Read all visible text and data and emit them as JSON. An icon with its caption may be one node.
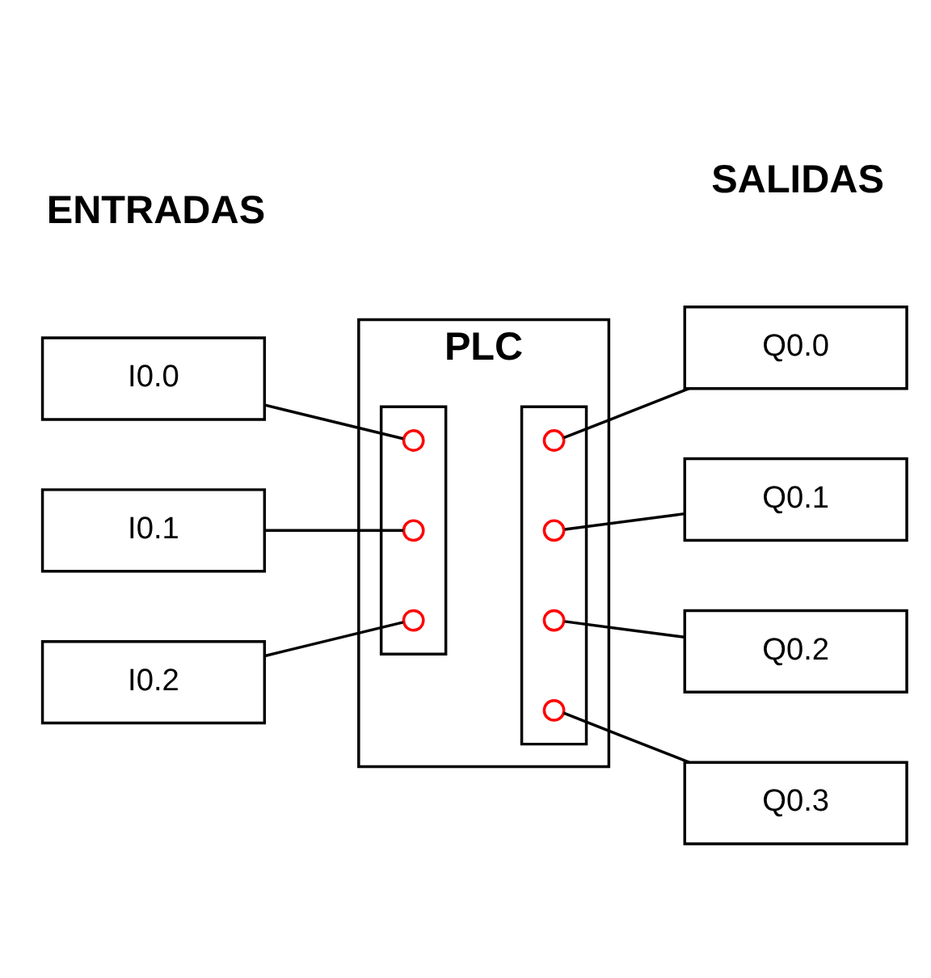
{
  "diagram": {
    "nodes": [
      {
        "text": [
          "PLC"
        ]
      },
      {
        "text": [],
        "shape": "box",
        "in": 0
      },
      {
        "text": [],
        "shape": "box",
        "in": 0
      },
      {
        "text": [],
        "shape": "circle",
        "in": 1
      },
      {
        "text": [],
        "shape": "circle",
        "in": 1
      },
      {
        "text": [],
        "shape": "circle",
        "in": 1
      },
      {
        "text": [],
        "shape": "circle",
        "in": 2
      },
      {
        "text": [],
        "shape": "circle",
        "in": 2
      },
      {
        "text": [],
        "shape": "circle",
        "in": 2
      },
      {
        "text": [],
        "shape": "circle",
        "in": 2
      },
      {
        "text": [
          "I0.0"
        ]
      },
      {
        "text": [
          "I0.1"
        ]
      },
      {
        "text": [
          "I0.2"
        ]
      },
      {
        "text": [
          "Q0.0"
        ]
      },
      {
        "text": [
          "Q0.1"
        ]
      },
      {
        "text": [
          "Q0.2"
        ]
      },
      {
        "text": [
          "Q0.3"
        ]
      }
    ],
    "edges": [
      {
        "from": 10,
        "to": 3,
        "arrow": "none"
      },
      {
        "from": 11,
        "to": 4,
        "arrow": "none"
      },
      {
        "from": 12,
        "to": 5,
        "arrow": "none"
      },
      {
        "from": 6,
        "to": 13,
        "arrow": "none"
      },
      {
        "from": 7,
        "to": 14,
        "arrow": "none"
      },
      {
        "from": 8,
        "to": 15,
        "arrow": "none"
      },
      {
        "from": 9,
        "to": 16,
        "arrow": "none"
      }
    ],
    "labels": [
      "ENTRADAS",
      "SALIDAS"
    ]
  }
}
